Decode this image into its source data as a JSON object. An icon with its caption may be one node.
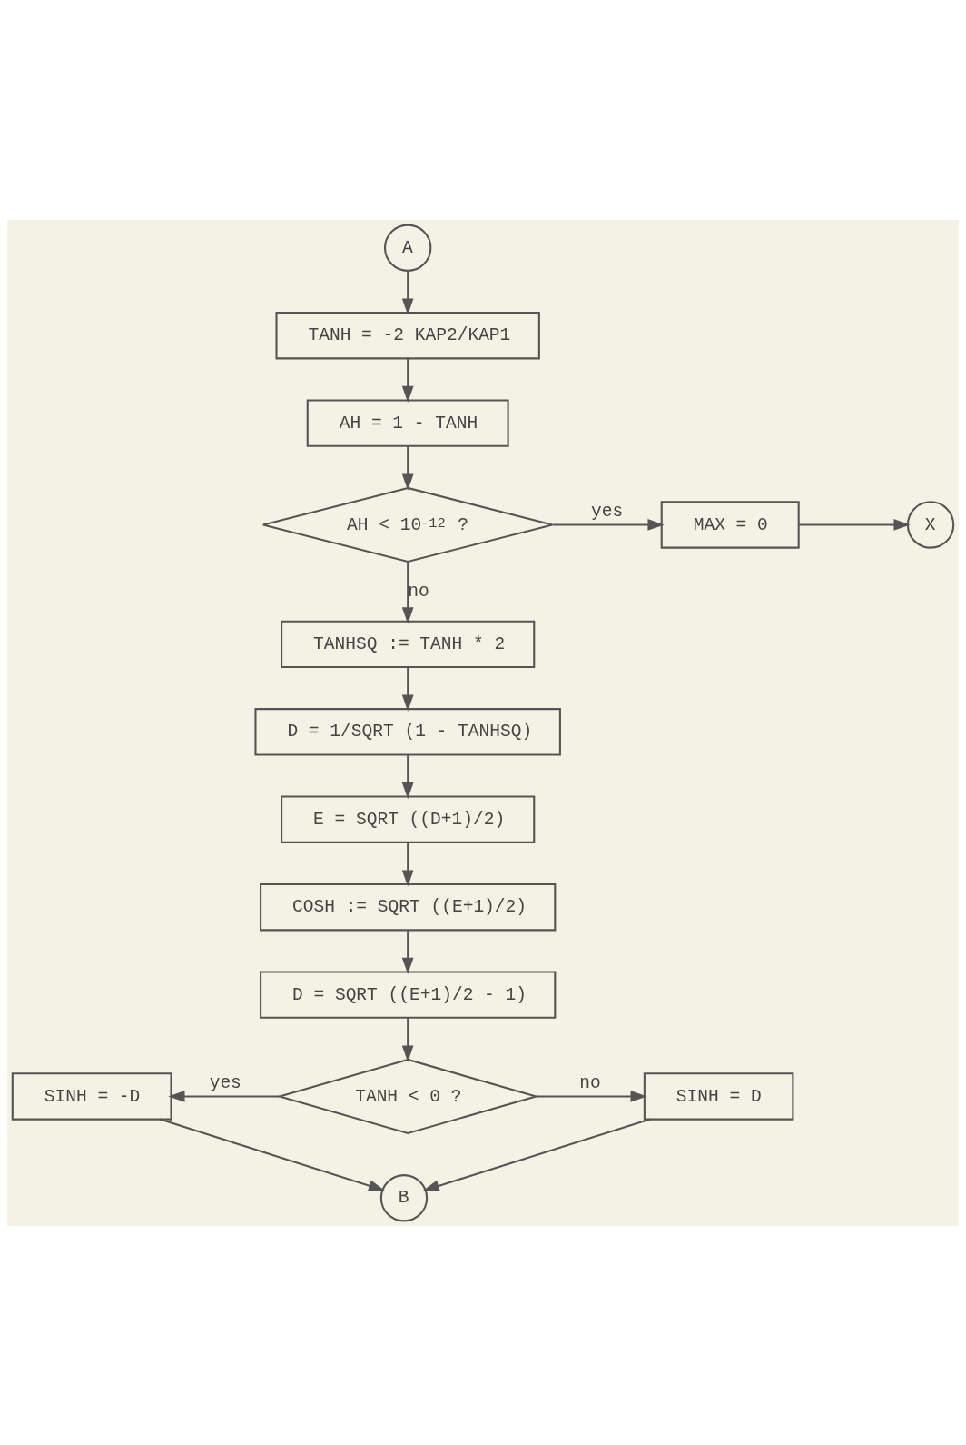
{
  "diagram": {
    "nodes": [
      {
        "text": [
          "A"
        ]
      },
      {
        "text": [
          "TANH = -2 KAP2/KAP1"
        ]
      },
      {
        "text": [
          "AH = 1 - TANH"
        ]
      },
      {
        "text": [
          "AH < 10$^{-12}$ ?"
        ]
      },
      {
        "text": [
          "MAX = 0"
        ]
      },
      {
        "text": [
          "X"
        ]
      },
      {
        "text": [
          "TANHSQ := TANH * 2"
        ]
      },
      {
        "text": [
          "D = 1/SQRT (1 - TANHSQ)"
        ]
      },
      {
        "text": [
          "E = SQRT ((D+1)/2)"
        ]
      },
      {
        "text": [
          "COSH := SQRT ((E+1)/2)"
        ]
      },
      {
        "text": [
          "D = SQRT ((E+1)/2 - 1)"
        ]
      },
      {
        "text": [
          "TANH < 0 ?"
        ]
      },
      {
        "text": [
          "SINH = -D"
        ]
      },
      {
        "text": [
          "SINH = D"
        ]
      },
      {
        "text": [
          "B"
        ]
      }
    ],
    "edges": [
      {
        "from": 0,
        "to": 1,
        "arrow": "to"
      },
      {
        "from": 1,
        "to": 2,
        "arrow": "to"
      },
      {
        "from": 2,
        "to": 3,
        "arrow": "to"
      },
      {
        "from": 3,
        "to": 4,
        "arrow": "to",
        "label": "yes"
      },
      {
        "from": 4,
        "to": 5,
        "arrow": "to"
      },
      {
        "from": 3,
        "to": 6,
        "arrow": "to",
        "label": "no"
      },
      {
        "from": 6,
        "to": 7,
        "arrow": "to"
      },
      {
        "from": 7,
        "to": 8,
        "arrow": "to"
      },
      {
        "from": 8,
        "to": 9,
        "arrow": "to"
      },
      {
        "from": 9,
        "to": 10,
        "arrow": "to"
      },
      {
        "from": 10,
        "to": 11,
        "arrow": "to"
      },
      {
        "from": 11,
        "to": 12,
        "arrow": "to",
        "label": "yes"
      },
      {
        "from": 11,
        "to": 13,
        "arrow": "to",
        "label": "no"
      },
      {
        "from": 12,
        "to": 14,
        "arrow": "to"
      },
      {
        "from": 13,
        "to": 14,
        "arrow": "to"
      }
    ]
  }
}
